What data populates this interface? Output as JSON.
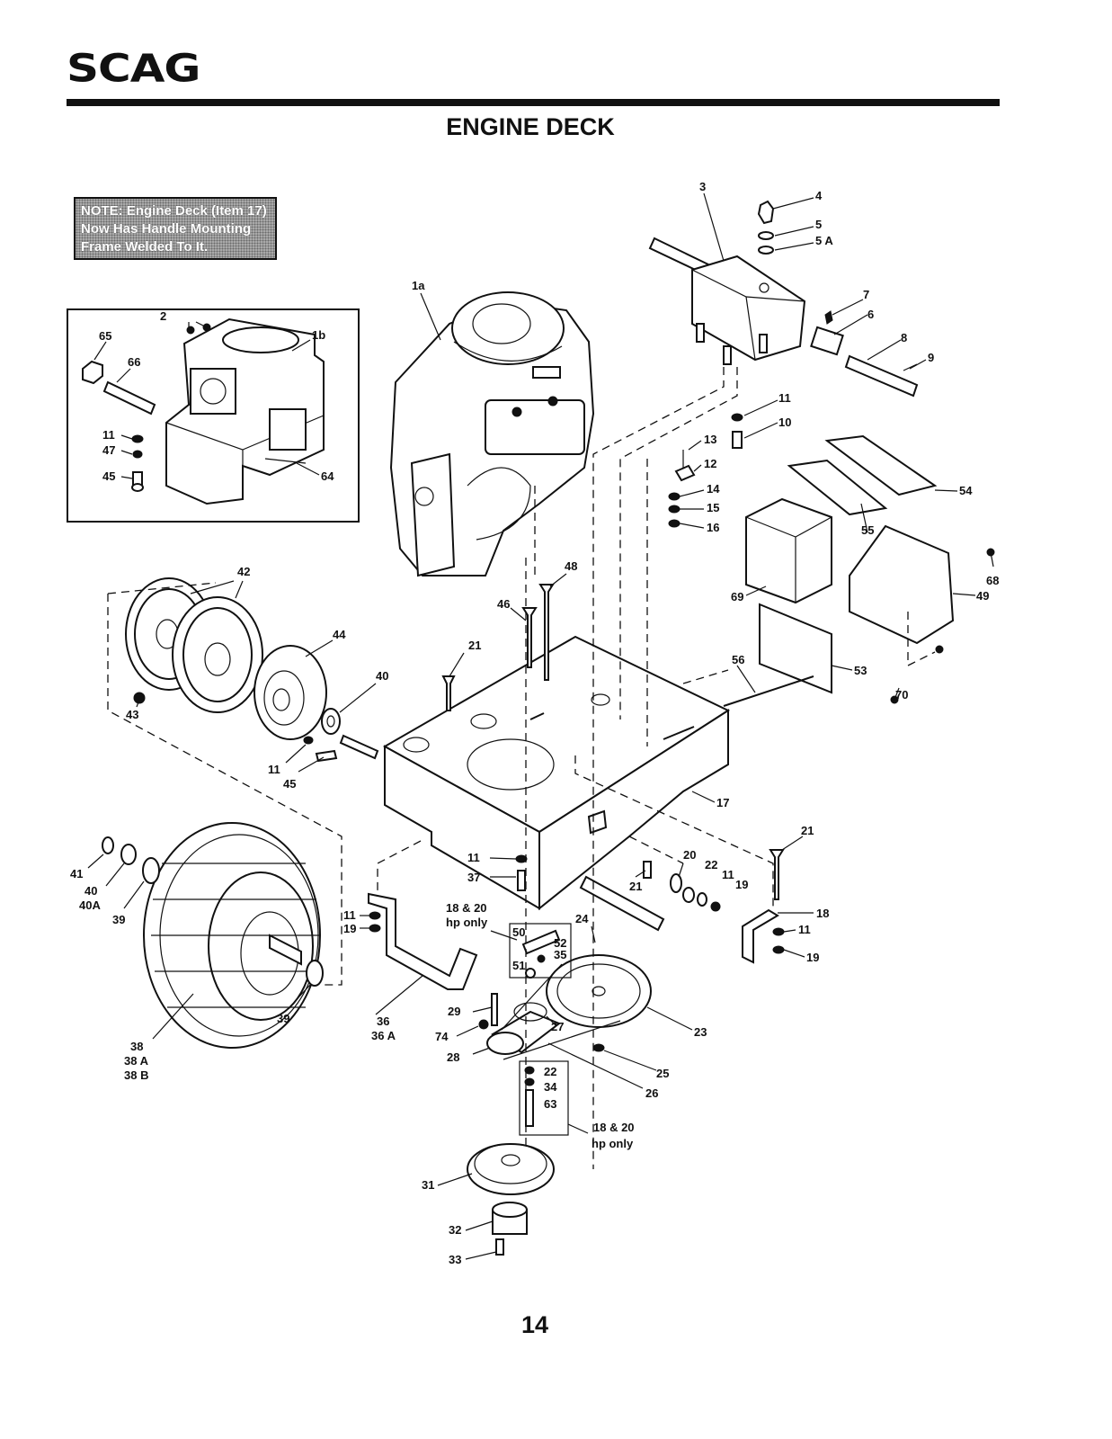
{
  "header": {
    "logo": "SCAG",
    "title": "ENGINE DECK"
  },
  "note": {
    "lines": [
      "NOTE: Engine Deck (Item 17)",
      "Now Has Handle Mounting",
      "Frame Welded To It."
    ]
  },
  "diagram": {
    "callouts": {
      "c1a": "1a",
      "c1b": "1b",
      "c2": "2",
      "c3": "3",
      "c4": "4",
      "c5": "5",
      "c5a": "5 A",
      "c6": "6",
      "c7": "7",
      "c8": "8",
      "c9": "9",
      "c10": "10",
      "c11a": "11",
      "c11b": "11",
      "c11c": "11",
      "c11d": "11",
      "c11e": "11",
      "c11f": "11",
      "c11g": "11",
      "c12": "12",
      "c13": "13",
      "c14": "14",
      "c15": "15",
      "c16": "16",
      "c17": "17",
      "c18": "18",
      "c19a": "19",
      "c19b": "19",
      "c19c": "19",
      "c20": "20",
      "c21a": "21",
      "c21b": "21",
      "c21c": "21",
      "c22a": "22",
      "c22b": "22",
      "c23": "23",
      "c24": "24",
      "c25": "25",
      "c26": "26",
      "c27": "27",
      "c28": "28",
      "c29": "29",
      "c31": "31",
      "c32": "32",
      "c33": "33",
      "c34": "34",
      "c35": "35",
      "c36": "36",
      "c36a": "36 A",
      "c37": "37",
      "c38": "38",
      "c38a": "38 A",
      "c38b": "38 B",
      "c39a": "39",
      "c39b": "39",
      "c40a": "40",
      "c40b": "40",
      "c40c": "40A",
      "c41": "41",
      "c42": "42",
      "c43": "43",
      "c44": "44",
      "c45a": "45",
      "c45b": "45",
      "c46": "46",
      "c47": "47",
      "c48": "48",
      "c49": "49",
      "c50": "50",
      "c51": "51",
      "c52": "52",
      "c53": "53",
      "c54": "54",
      "c55": "55",
      "c56": "56",
      "c63": "63",
      "c64": "64",
      "c65": "65",
      "c66": "66",
      "c68": "68",
      "c69": "69",
      "c70": "70",
      "c74": "74"
    },
    "hp_note_upper": [
      "18 & 20",
      "hp only"
    ],
    "hp_note_lower": [
      "18 & 20",
      "hp only"
    ]
  },
  "footer": {
    "page_number": "14"
  }
}
